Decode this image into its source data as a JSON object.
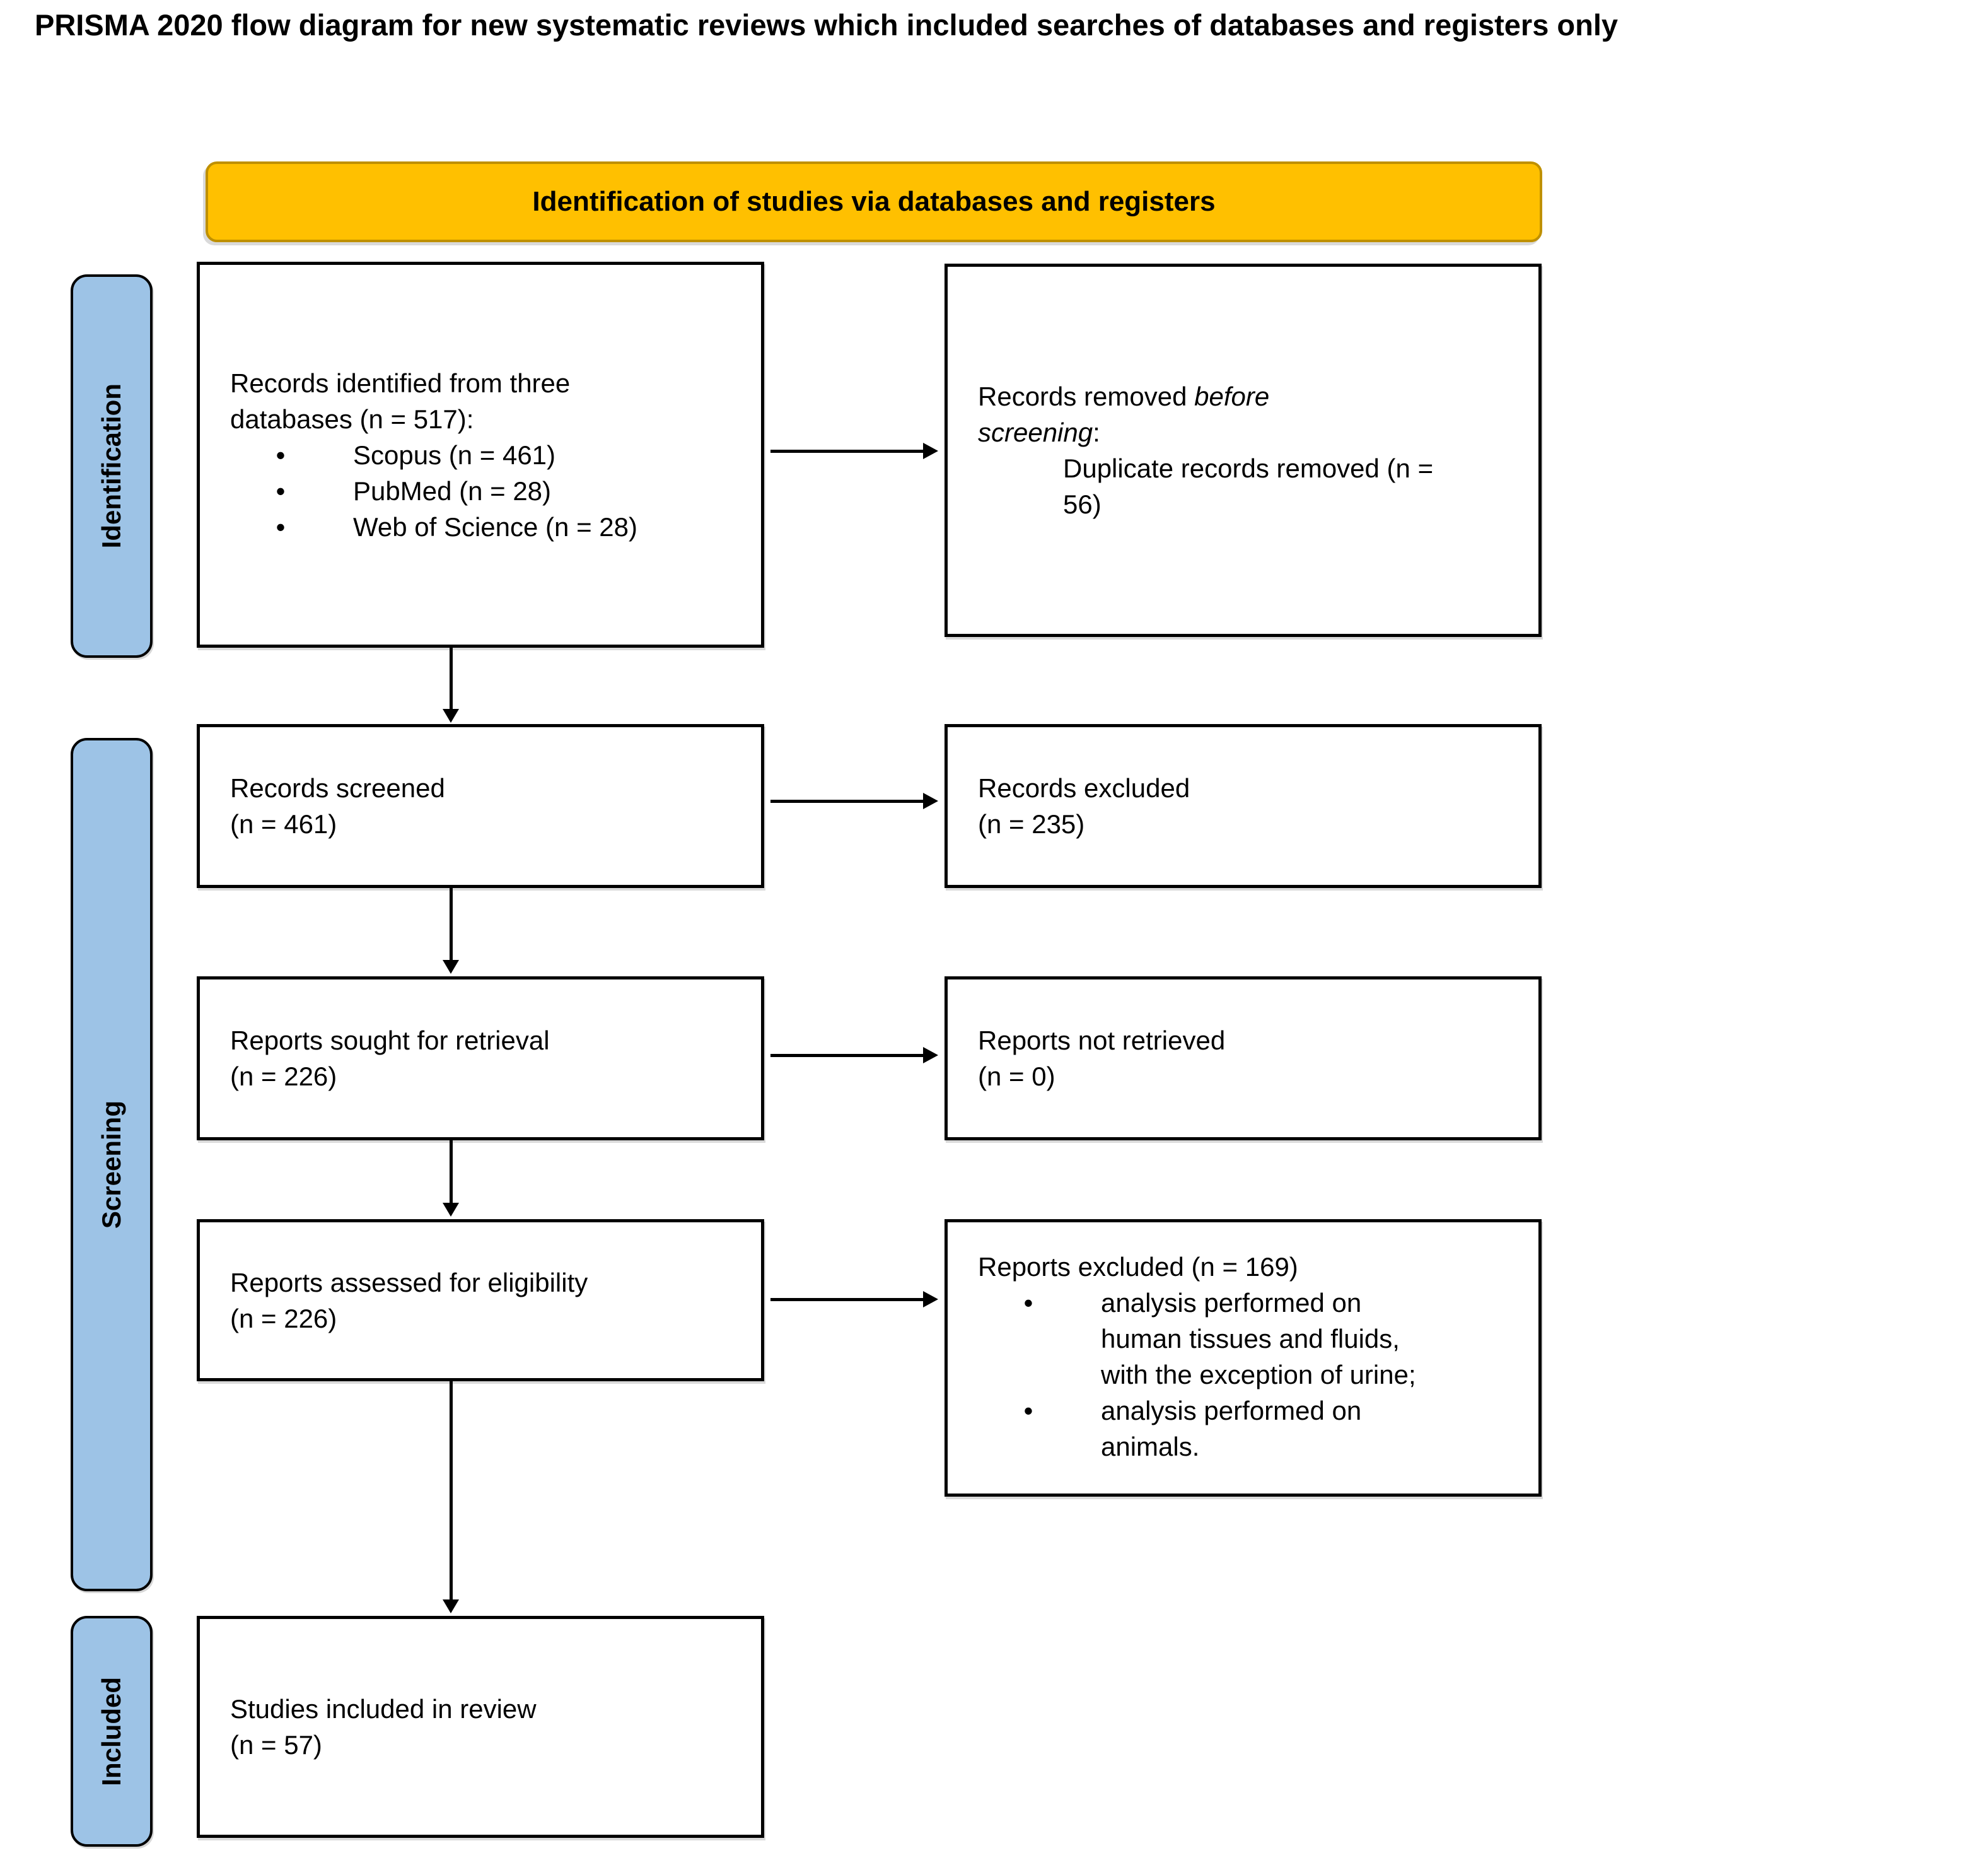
{
  "title": "PRISMA 2020 flow diagram for new systematic reviews which included searches of databases and registers only",
  "banner": {
    "label": "Identification of studies via databases and registers"
  },
  "sidebar": {
    "identification": "Identification",
    "screening": "Screening",
    "included": "Included"
  },
  "colors": {
    "banner_fill": "#FFC000",
    "banner_border": "#BF9000",
    "sidebar_fill": "#9DC3E6",
    "box_border": "#000000",
    "background": "#FFFFFF"
  },
  "boxes": {
    "records_identified": {
      "intro": "Records identified from three databases (n = 517):",
      "items": [
        "Scopus (n = 461)",
        "PubMed (n = 28)",
        "Web of Science (n = 28)"
      ]
    },
    "records_removed": {
      "prefix": "Records removed ",
      "italic": "before screening",
      "suffix": ":",
      "sub_item": "Duplicate records removed (n = 56)"
    },
    "records_screened": {
      "label": "Records screened",
      "n": "(n = 461)"
    },
    "records_excluded": {
      "label": "Records excluded",
      "n": "(n = 235)"
    },
    "reports_sought": {
      "label": "Reports sought for retrieval",
      "n": "(n = 226)"
    },
    "reports_not_retrieved": {
      "label": "Reports not retrieved",
      "n": "(n = 0)"
    },
    "reports_assessed": {
      "label": "Reports assessed for eligibility",
      "n": "(n = 226)"
    },
    "reports_excluded": {
      "intro": "Reports excluded (n = 169)",
      "items": [
        "analysis performed on human tissues and fluids, with the exception of urine;",
        "analysis performed on animals."
      ]
    },
    "studies_included": {
      "label": "Studies included in review",
      "n": "(n = 57)"
    }
  }
}
